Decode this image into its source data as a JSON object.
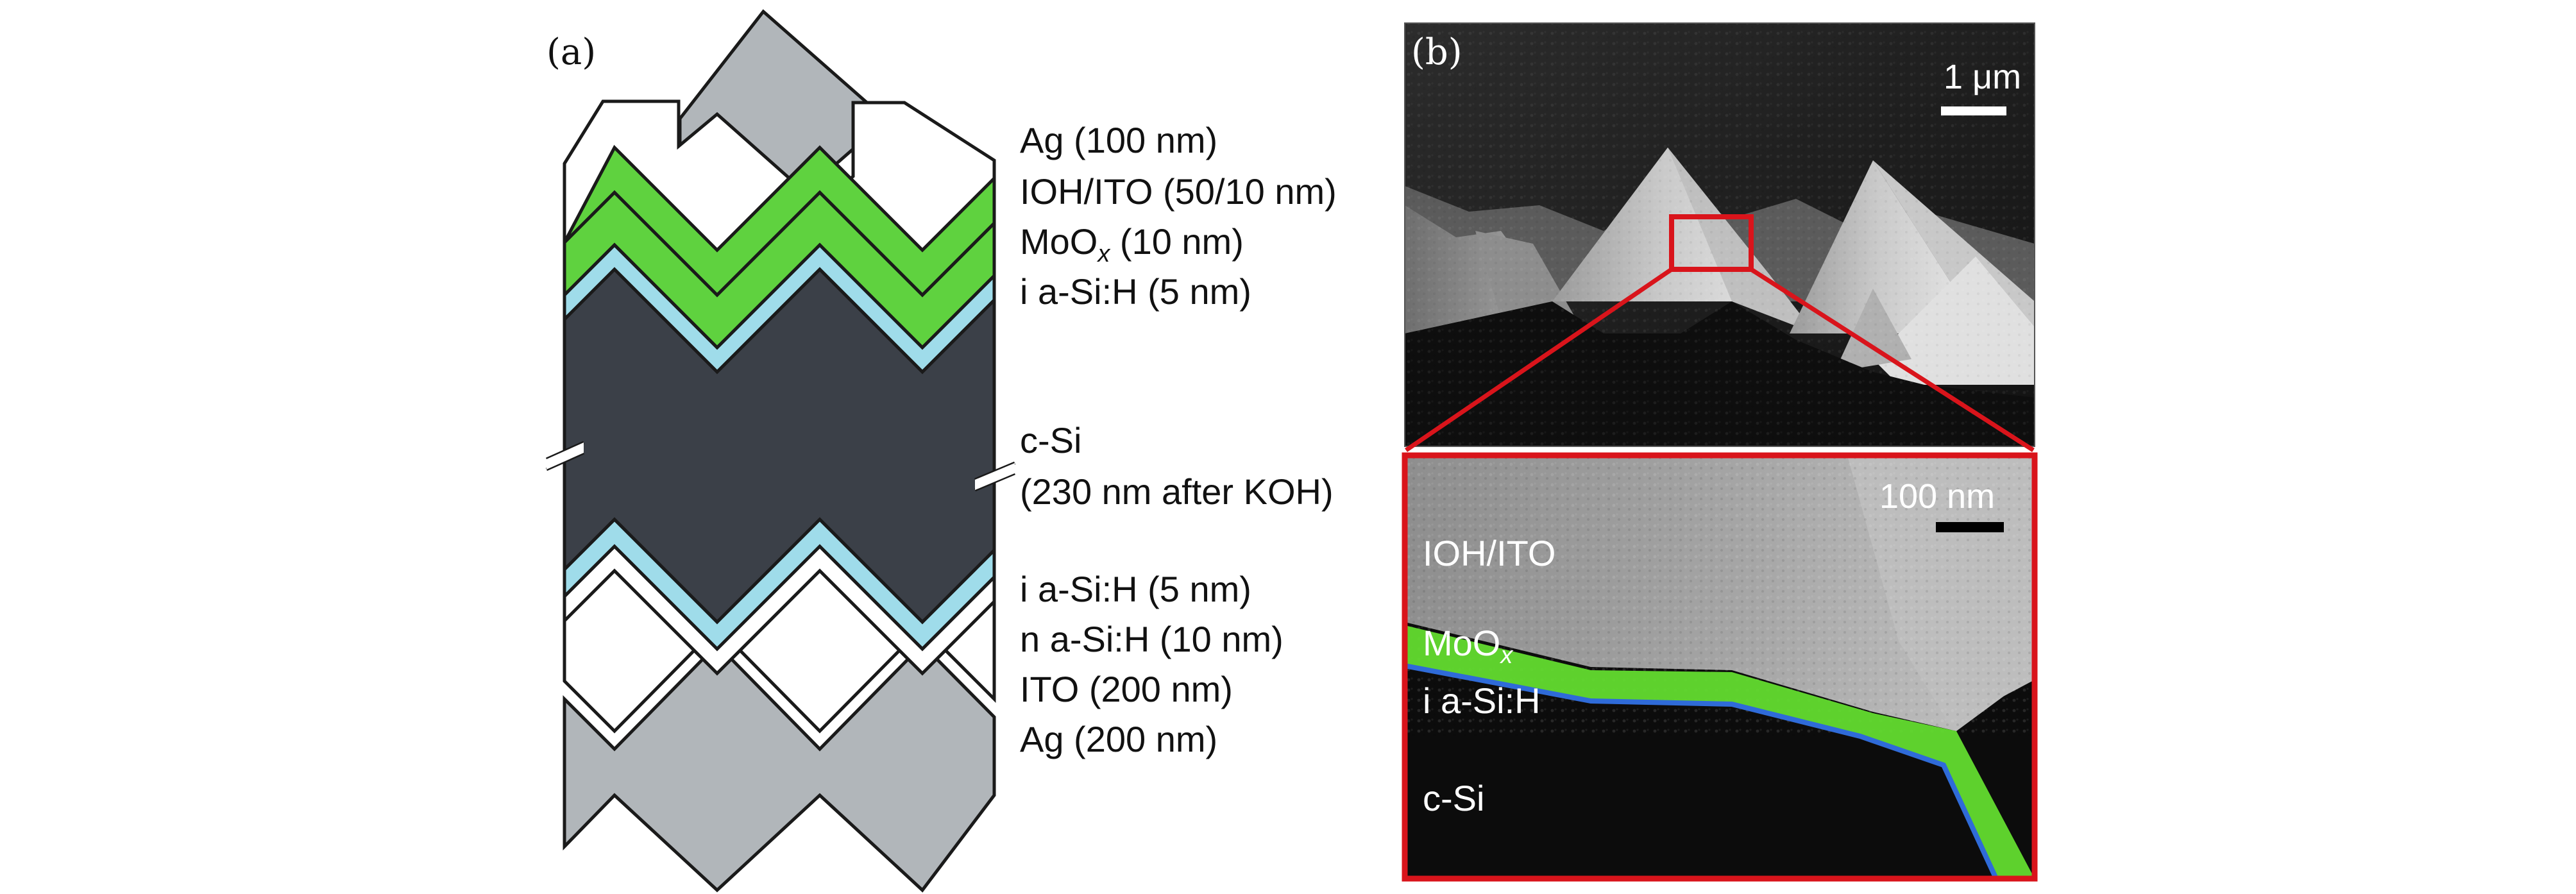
{
  "panel_a": {
    "label": "(a)",
    "top_layers": [
      "Ag (100 nm)",
      "IOH/ITO (50/10 nm)",
      "i a-Si:H (5 nm)"
    ],
    "moox": {
      "main": "MoO",
      "sub": "x",
      "rest": " (10 nm)"
    },
    "substrate": [
      "c-Si",
      "(230 nm after KOH)"
    ],
    "bottom_layers": [
      "i a-Si:H (5 nm)",
      "n a-Si:H (10 nm)",
      "ITO (200 nm)",
      "Ag (200 nm)"
    ],
    "colors": {
      "ag": "#b1b6ba",
      "moox": "#5fd23f",
      "a_si": "#9fdcea",
      "c_si": "#3b4048",
      "outline": "#1a1a1a"
    }
  },
  "panel_b": {
    "label": "(b)",
    "top_scale": "1 μm",
    "zoom_scale": "100 nm",
    "ioh": "IOH/ITO",
    "moox": {
      "main": "MoO",
      "sub": "x"
    },
    "asi": "i a-Si:H",
    "csi": "c-Si",
    "colors": {
      "frame": "#d9141b",
      "moox": "#63dc2f",
      "a_si": "#2f6bd8"
    }
  }
}
